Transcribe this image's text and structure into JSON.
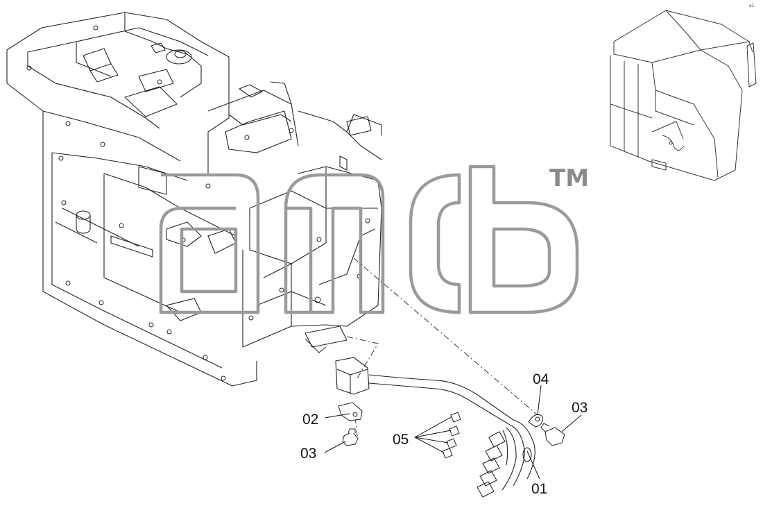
{
  "diagram": {
    "callouts": {
      "c01": "01",
      "c02": "02",
      "c03a": "03",
      "c03b": "03",
      "c04": "04",
      "c05": "05"
    },
    "watermark": {
      "trademark": "TM"
    },
    "corner_mark": "a1"
  }
}
